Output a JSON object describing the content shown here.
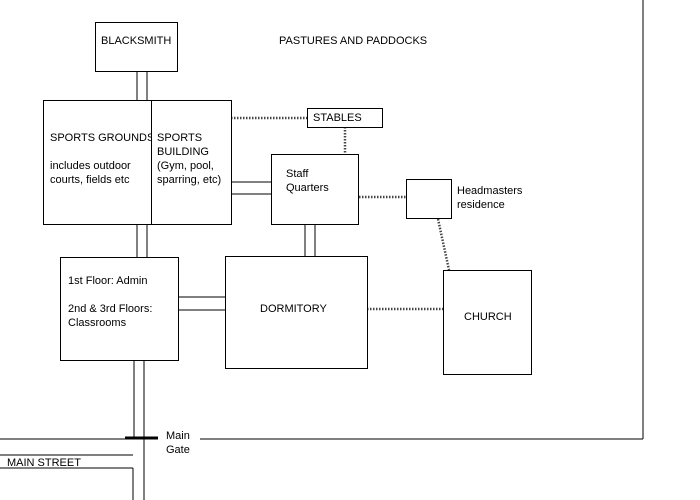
{
  "diagram": {
    "header_label": "PASTURES AND PADDOCKS",
    "blacksmith": "BLACKSMITH",
    "stables": "STABLES",
    "sports_grounds": {
      "title": "SPORTS GROUNDS",
      "detail": "includes outdoor\ncourts, fields etc"
    },
    "sports_building": "SPORTS\nBUILDING\n(Gym, pool,\nsparring, etc)",
    "staff_quarters": "Staff\nQuarters",
    "headmasters_residence": "Headmasters\nresidence",
    "admin_building": {
      "line1": "1st Floor: Admin",
      "line2": "2nd & 3rd Floors:\nClassrooms"
    },
    "dormitory": "DORMITORY",
    "church": "CHURCH",
    "main_gate": "Main\nGate",
    "main_street": "MAIN STREET"
  },
  "colors": {
    "line": "#000000",
    "background": "#ffffff"
  }
}
